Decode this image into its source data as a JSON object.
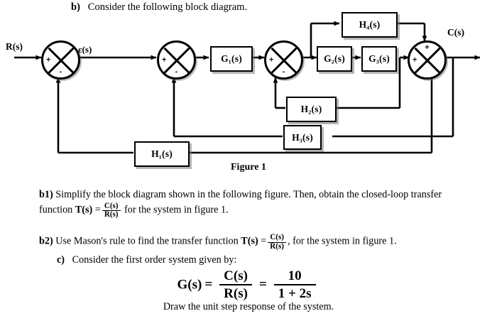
{
  "heading": {
    "label": "b)",
    "text": "Consider the following block diagram."
  },
  "diagram": {
    "caption": "Figure 1",
    "input_label": "R(s)",
    "error_label": "ε(s)",
    "output_label": "C(s)",
    "blocks": [
      {
        "id": "G1",
        "label": "G₁(s)"
      },
      {
        "id": "G2",
        "label": "G₂(s)"
      },
      {
        "id": "G3",
        "label": "G₃(s)"
      },
      {
        "id": "H1",
        "label": "H₁(s)"
      },
      {
        "id": "H2",
        "label": "H₂(s)"
      },
      {
        "id": "H3",
        "label": "H₃(s)"
      },
      {
        "id": "H4",
        "label": "H₄(s)"
      }
    ],
    "summing_junctions": [
      {
        "id": "S1",
        "left_sign": "+",
        "bottom_sign": "-"
      },
      {
        "id": "S2",
        "left_sign": "+",
        "bottom_sign": "-"
      },
      {
        "id": "S3",
        "left_sign": "+",
        "bottom_sign": "-"
      },
      {
        "id": "S4",
        "left_sign": "+",
        "top_sign": "+"
      }
    ],
    "line_color": "#000000"
  },
  "questions": {
    "b1": {
      "label": "b1)",
      "text_part1": "Simplify the block diagram shown in the following figure. Then, obtain the closed-loop transfer function ",
      "t_symbol": "T(s)",
      "equals": "=",
      "frac_num": "C(s)",
      "frac_den": "R(s)",
      "text_part2": " for the system in figure 1."
    },
    "b2": {
      "label": "b2)",
      "text_part1": "Use Mason's rule to find the transfer function ",
      "t_symbol": "T(s)",
      "equals": "=",
      "frac_num": "C(s)",
      "frac_den": "R(s)",
      "text_part2": ", for the system in figure 1."
    },
    "c": {
      "label": "c)",
      "text": "Consider the first order system given by:",
      "formula": {
        "lhs": "G(s)",
        "eq1": "=",
        "frac1_num": "C(s)",
        "frac1_den": "R(s)",
        "eq2": "=",
        "frac2_num": "10",
        "frac2_den": "1 + 2s"
      },
      "closing": "Draw the unit step response of the system."
    }
  }
}
